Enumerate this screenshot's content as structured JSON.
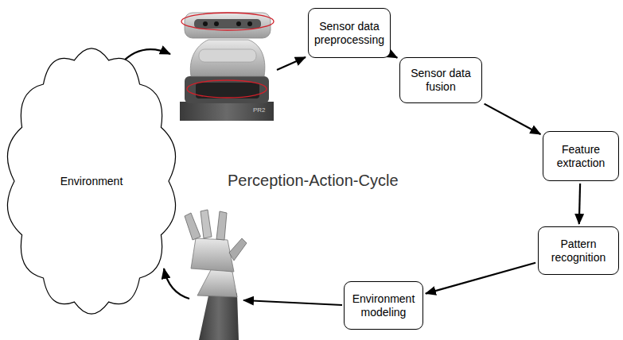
{
  "diagram": {
    "nodes": [
      {
        "text": [
          "Environment"
        ]
      },
      {
        "text": [
          "Sensor data preprocessing"
        ]
      },
      {
        "text": [
          "Sensor data fusion"
        ]
      },
      {
        "text": [
          "Feature extraction"
        ]
      },
      {
        "text": [
          "Pattern recognition"
        ]
      },
      {
        "text": [
          "Environment modeling"
        ]
      }
    ],
    "edges": [
      {
        "from": 1,
        "to": 2,
        "arrow": "to"
      },
      {
        "from": 2,
        "to": 3,
        "arrow": "to"
      },
      {
        "from": 3,
        "to": 4,
        "arrow": "to"
      },
      {
        "from": 4,
        "to": 5,
        "arrow": "to"
      }
    ],
    "labels": [
      "Perception-Action-Cycle",
      "PR2"
    ]
  }
}
